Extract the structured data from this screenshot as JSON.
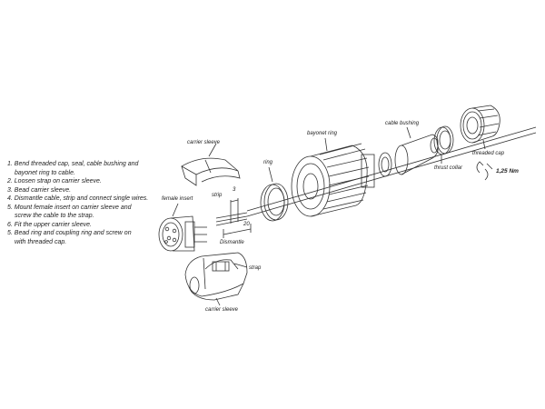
{
  "instructions": [
    "1. Bend threaded cap, seal, cable bushing and",
    "bayonet ring to cable.",
    "2. Loosen strap on carrier sleeve.",
    "3. Bead carrier sleeve.",
    "4. Dismantle cable, strip and connect single wires.",
    "5. Mount female insert on carrier sleeve and",
    "screw the cable to the strap.",
    "6. Fit the upper carrier sleeve.",
    "5. Bead ring and coupling ring and screw on",
    "with threaded cap."
  ],
  "labels": {
    "carrier_sleeve_top": "carrier sleeve",
    "female_insert": "female insert",
    "strip": "strip",
    "strip_len": "3",
    "dismantle": "Dismantle",
    "dismantle_len": "20",
    "ring": "ring",
    "bayonet_ring": "bayonet ring",
    "cable_bushing": "cable bushing",
    "thrust_collar": "thrust collar",
    "threaded_cap": "threaded cap",
    "torque": "1,25 Nm",
    "strap": "strap",
    "carrier_sleeve_bottom": "carrier sleeve"
  },
  "colors": {
    "line": "#333333",
    "text": "#222222"
  },
  "icons": [
    "torque-wrench-icon"
  ]
}
